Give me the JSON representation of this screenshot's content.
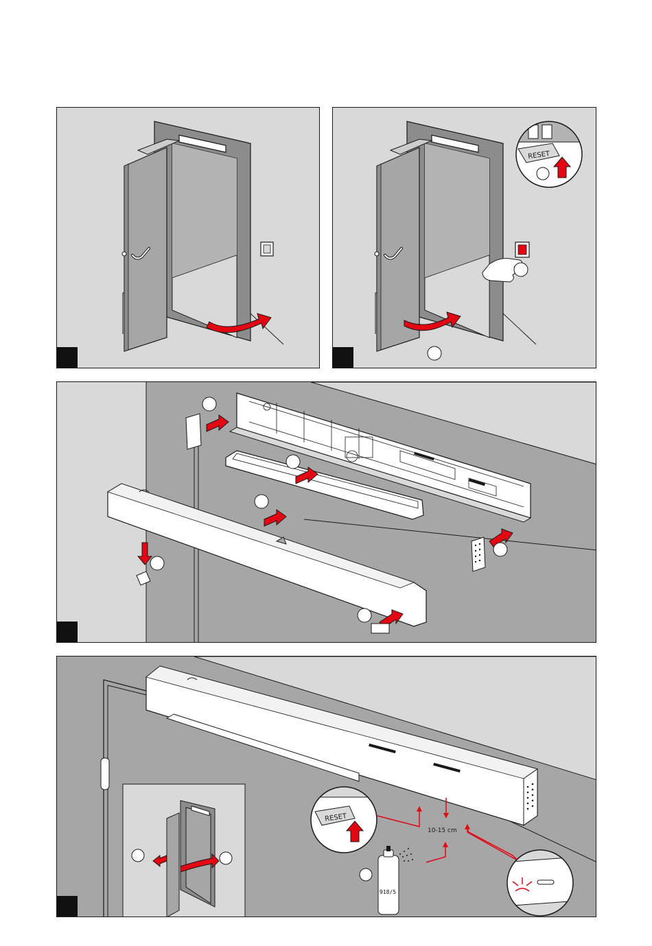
{
  "colors": {
    "accent": "#e30613",
    "wall": "#d9d9d9",
    "door": "#a6a6a6",
    "frame": "#8c8c8c",
    "outline": "#1a1a1a"
  },
  "panel_4": {
    "reset_label": "RESET",
    "distance_label": "10-15 cm",
    "spray_can_label": "918/5"
  },
  "panel_2": {
    "reset_label": "RESET"
  }
}
